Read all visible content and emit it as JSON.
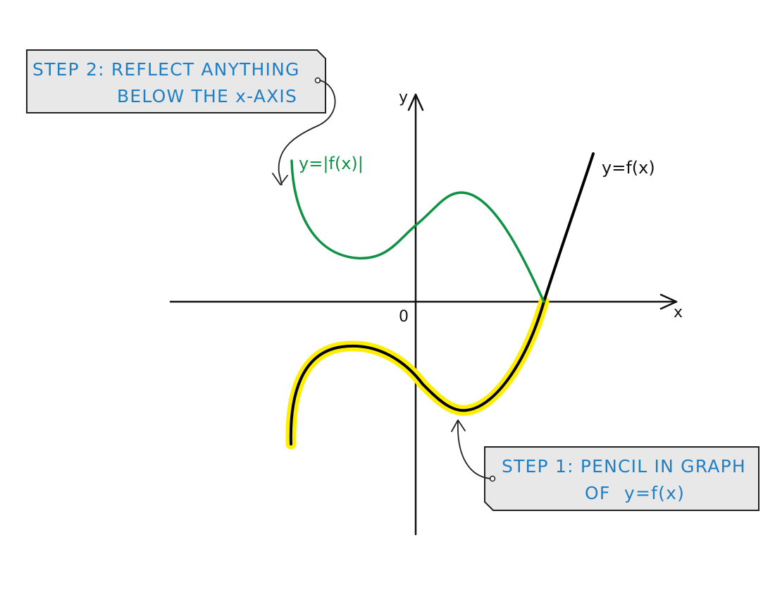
{
  "step2": {
    "line1": "STEP 2: REFLECT  ANYTHING",
    "line2": "BELOW  THE  x-AXIS"
  },
  "step1": {
    "line1": "STEP 1: PENCIL  IN  GRAPH",
    "line2_prefix": "OF",
    "line2_eq": "y=f(x)"
  },
  "axes": {
    "y_label": "y",
    "x_label": "x",
    "origin_label": "0"
  },
  "curves": {
    "modulus_label": "y=|f(x)|",
    "original_label": "y=f(x)"
  },
  "colors": {
    "annotation_text": "#1f7fc4",
    "modulus_curve": "#0e9244",
    "original_curve": "#000000",
    "highlight": "#ffee00",
    "tag_fill": "#e8e8e8",
    "tag_border": "#222222"
  }
}
